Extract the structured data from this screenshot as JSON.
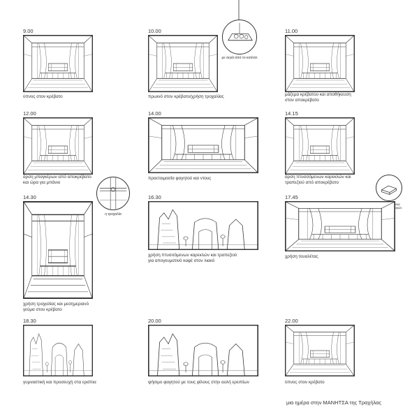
{
  "panels": [
    {
      "time": "9.00",
      "caption": "ύπνος στον κρέβατο"
    },
    {
      "time": "10.00",
      "caption": "πρωινό στον κρέβατο/χρήση τροχαλίας"
    },
    {
      "time": "11.00",
      "caption_lines": [
        "μάζεμα κρέβατου και αποθήκευση",
        "στον αποκρέβατο"
      ]
    },
    {
      "time": "12.00",
      "caption_lines": [
        "άρση μπαγκέρων από αποκρέβατο",
        "και ώρα για μπάνιο"
      ]
    },
    {
      "time": "14.00",
      "caption": "προετοιμασία φαγητού και ντους"
    },
    {
      "time": "14.15",
      "caption_lines": [
        "άρση πτυσσόμενων καρεκλών και",
        "τραπεζιού από αποκρέβατο"
      ]
    },
    {
      "time": "14.30",
      "caption_lines": [
        "χρήση τροχαλίας και μεσημεριανό",
        "γεύμα στον  κρέβατο"
      ]
    },
    {
      "time": "16.30",
      "caption_lines": [
        "χρήση πτυσσόμενων καρεκλών και τραπεζιού",
        "για απογευματινό καφέ στον λιακό"
      ]
    },
    {
      "time": "17.45",
      "caption": "χρήση τουαλέτας"
    },
    {
      "time": "18.30",
      "caption": "γυμναστική και προσευχή στα ερείπια"
    },
    {
      "time": "20.00",
      "caption": "ψήσιμο φαγητού με τους φίλους στην αυλή ερειπίων"
    },
    {
      "time": "22.00",
      "caption": "ύπνος στον κρέβατο"
    }
  ],
  "insets": {
    "tray": "με αυγά από το κοτέτσι",
    "pulley": "η τροχαλία",
    "book_lines": [
      "σημεία με κάδους",
      "διατήρησης τροφών"
    ]
  },
  "footer": "μια ημέρα στην ΜΑΝΗΤΣΑ της Τραχήλας"
}
